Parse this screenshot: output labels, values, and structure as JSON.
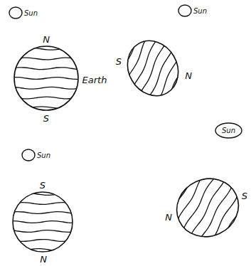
{
  "diagram": {
    "nodes": [
      {
        "text": [
          "Sun"
        ]
      },
      {
        "text": [
          "Sun"
        ]
      },
      {
        "text": [
          "Sun"
        ]
      },
      {
        "text": [
          "Sun"
        ]
      }
    ],
    "labels": [
      "N",
      "S",
      "N",
      "Earth",
      "S",
      "S",
      "S",
      "N",
      "N"
    ]
  }
}
